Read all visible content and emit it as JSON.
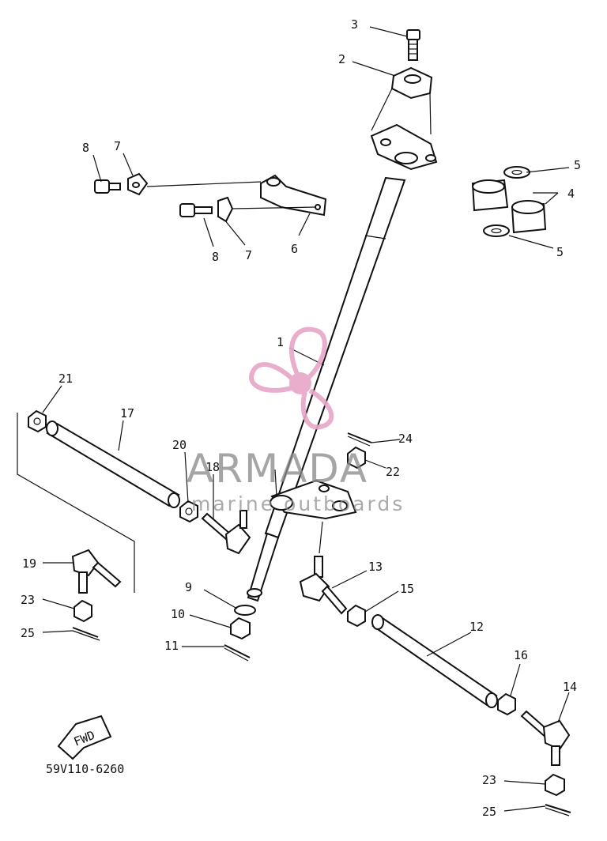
{
  "diagram": {
    "part_code": "59V110-6260",
    "fwd_label": "FWD",
    "callouts": [
      {
        "id": "c3",
        "label": "3"
      },
      {
        "id": "c2",
        "label": "2"
      },
      {
        "id": "c8a",
        "label": "8"
      },
      {
        "id": "c7a",
        "label": "7"
      },
      {
        "id": "c8b",
        "label": "8"
      },
      {
        "id": "c7b",
        "label": "7"
      },
      {
        "id": "c6",
        "label": "6"
      },
      {
        "id": "c5a",
        "label": "5"
      },
      {
        "id": "c4",
        "label": "4"
      },
      {
        "id": "c5b",
        "label": "5"
      },
      {
        "id": "c1",
        "label": "1"
      },
      {
        "id": "c21",
        "label": "21"
      },
      {
        "id": "c17",
        "label": "17"
      },
      {
        "id": "c20",
        "label": "20"
      },
      {
        "id": "c18",
        "label": "18"
      },
      {
        "id": "c24",
        "label": "24"
      },
      {
        "id": "c22",
        "label": "22"
      },
      {
        "id": "c19",
        "label": "19"
      },
      {
        "id": "c23a",
        "label": "23"
      },
      {
        "id": "c25a",
        "label": "25"
      },
      {
        "id": "c9",
        "label": "9"
      },
      {
        "id": "c10",
        "label": "10"
      },
      {
        "id": "c11",
        "label": "11"
      },
      {
        "id": "c13",
        "label": "13"
      },
      {
        "id": "c15",
        "label": "15"
      },
      {
        "id": "c12",
        "label": "12"
      },
      {
        "id": "c16",
        "label": "16"
      },
      {
        "id": "c14",
        "label": "14"
      },
      {
        "id": "c23b",
        "label": "23"
      },
      {
        "id": "c25b",
        "label": "25"
      }
    ]
  },
  "watermark": {
    "brand": "ARMADA",
    "tagline": "marine outboards",
    "color": "#e8a6c8"
  }
}
